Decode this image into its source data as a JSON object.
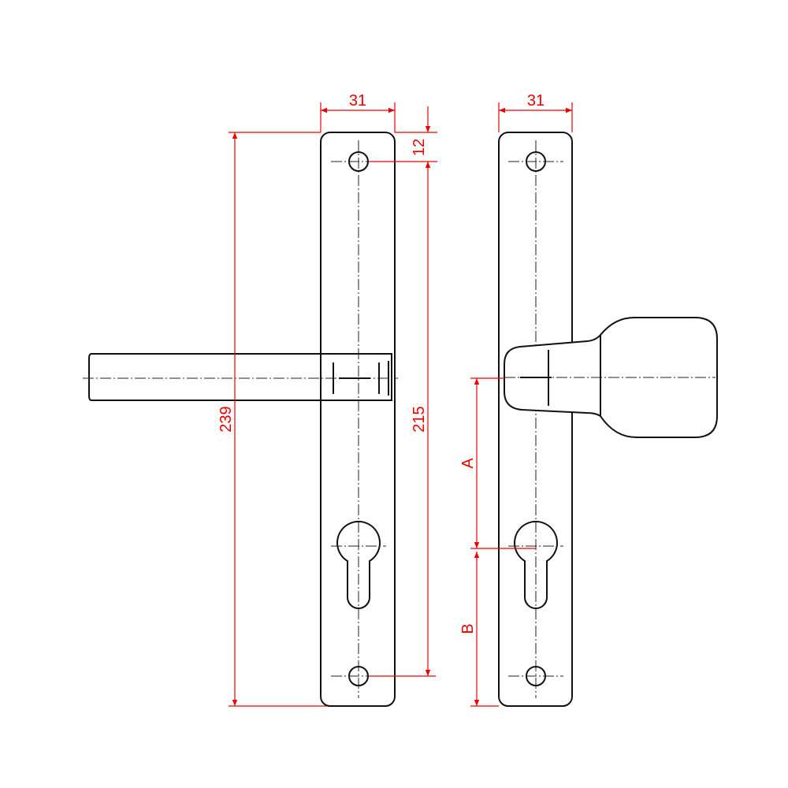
{
  "dimensions": {
    "left_width": "31",
    "right_width": "31",
    "top_hole_offset": "12",
    "hole_spacing": "215",
    "overall_height": "239",
    "dim_a": "A",
    "dim_b": "B"
  },
  "colors": {
    "dimension": "#e00000",
    "outline": "#111111"
  }
}
